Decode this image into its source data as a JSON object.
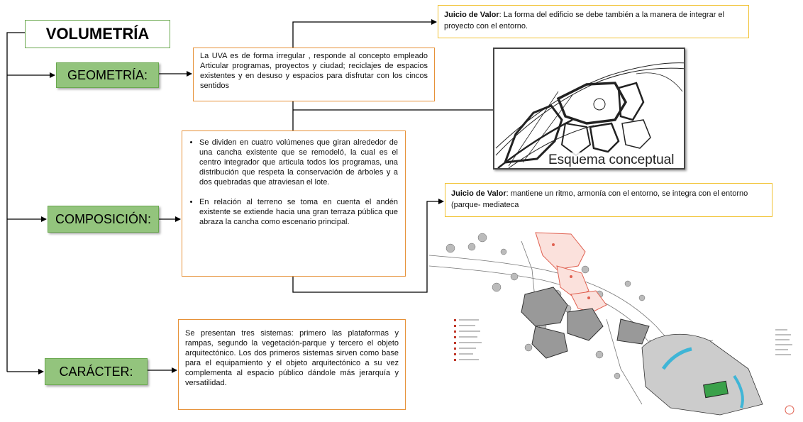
{
  "title": "VOLUMETRÍA",
  "categories": {
    "geometry": "GEOMETRÍA:",
    "composition": "COMPOSICIÓN:",
    "character": "CARÁCTER:"
  },
  "geometry_description": "La UVA es de forma irregular , responde al concepto empleado Articular programas, proyectos y ciudad; reciclajes de espacios existentes y en desuso y espacios para disfrutar con los cincos sentidos",
  "composition_bullets": [
    "Se dividen en cuatro volúmenes que giran alrededor de una cancha existente que se remodeló, la cual es el centro integrador que articula todos los programas, una distribución que respeta  la conservación de árboles y a dos quebradas que atraviesan el lote.",
    "En relación al terreno se toma en cuenta el andén existente se extiende hacia una gran terraza pública que abraza la cancha como escenario principal."
  ],
  "character_description": "Se presentan tres sistemas: primero las plataformas y rampas, segundo la vegetación-parque y tercero el objeto arquitectónico. Los dos primeros sistemas sirven como base para el equipamiento y el objeto arquitectónico a su vez complementa al espacio público dándole más jerarquía y versatilidad.",
  "judgment_1": {
    "label": "Juicio de Valor",
    "text": ":  La forma del edificio se debe también a la manera de integrar el proyecto con el entorno."
  },
  "judgment_2": {
    "label": "Juicio de Valor",
    "text": ": mantiene un ritmo, armonía con el entorno, se integra con el entorno (parque- mediateca"
  },
  "sketch_caption": "Esquema conceptual",
  "colors": {
    "category_fill": "#93c47d",
    "category_border": "#6aa84f",
    "description_border": "#e69138",
    "judgment_border": "#f1c232",
    "accent_red": "#e06050",
    "accent_cyan": "#3fb5d6",
    "field_green": "#3aa14a"
  }
}
